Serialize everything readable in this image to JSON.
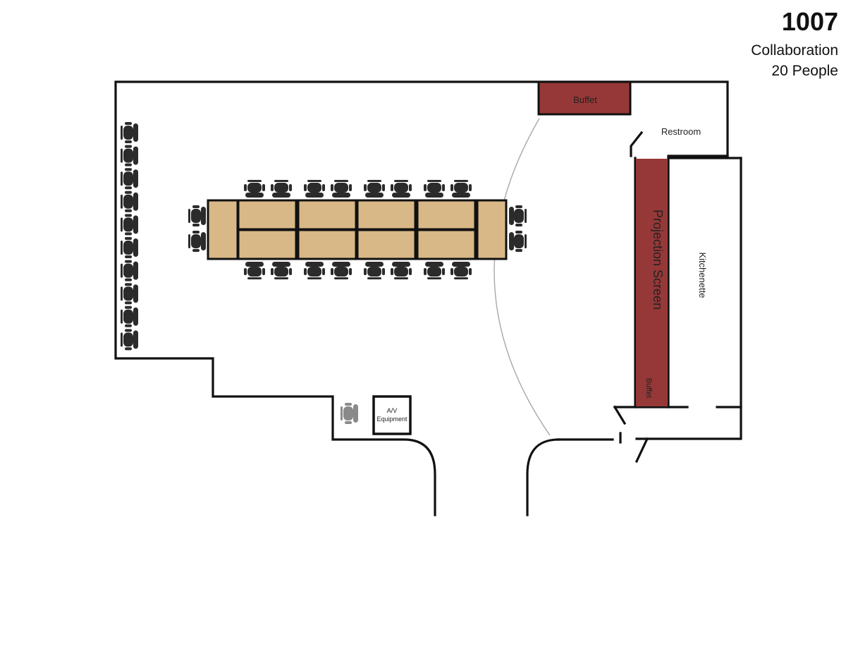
{
  "header": {
    "room_number": "1007",
    "room_type": "Collaboration",
    "capacity": "20 People"
  },
  "labels": {
    "buffet_top": "Buffet",
    "restroom": "Restroom",
    "projection_screen": "Projection Screen",
    "kitchenette": "Kitchenette",
    "buffet_side": "Buffet",
    "av_line1": "A/V",
    "av_line2": "Equipment"
  },
  "colors": {
    "buffet": "#963838",
    "table": "#d8b886",
    "chair": "#2b2b2b",
    "wall": "#111111",
    "av_chair": "#8a8a8a"
  }
}
